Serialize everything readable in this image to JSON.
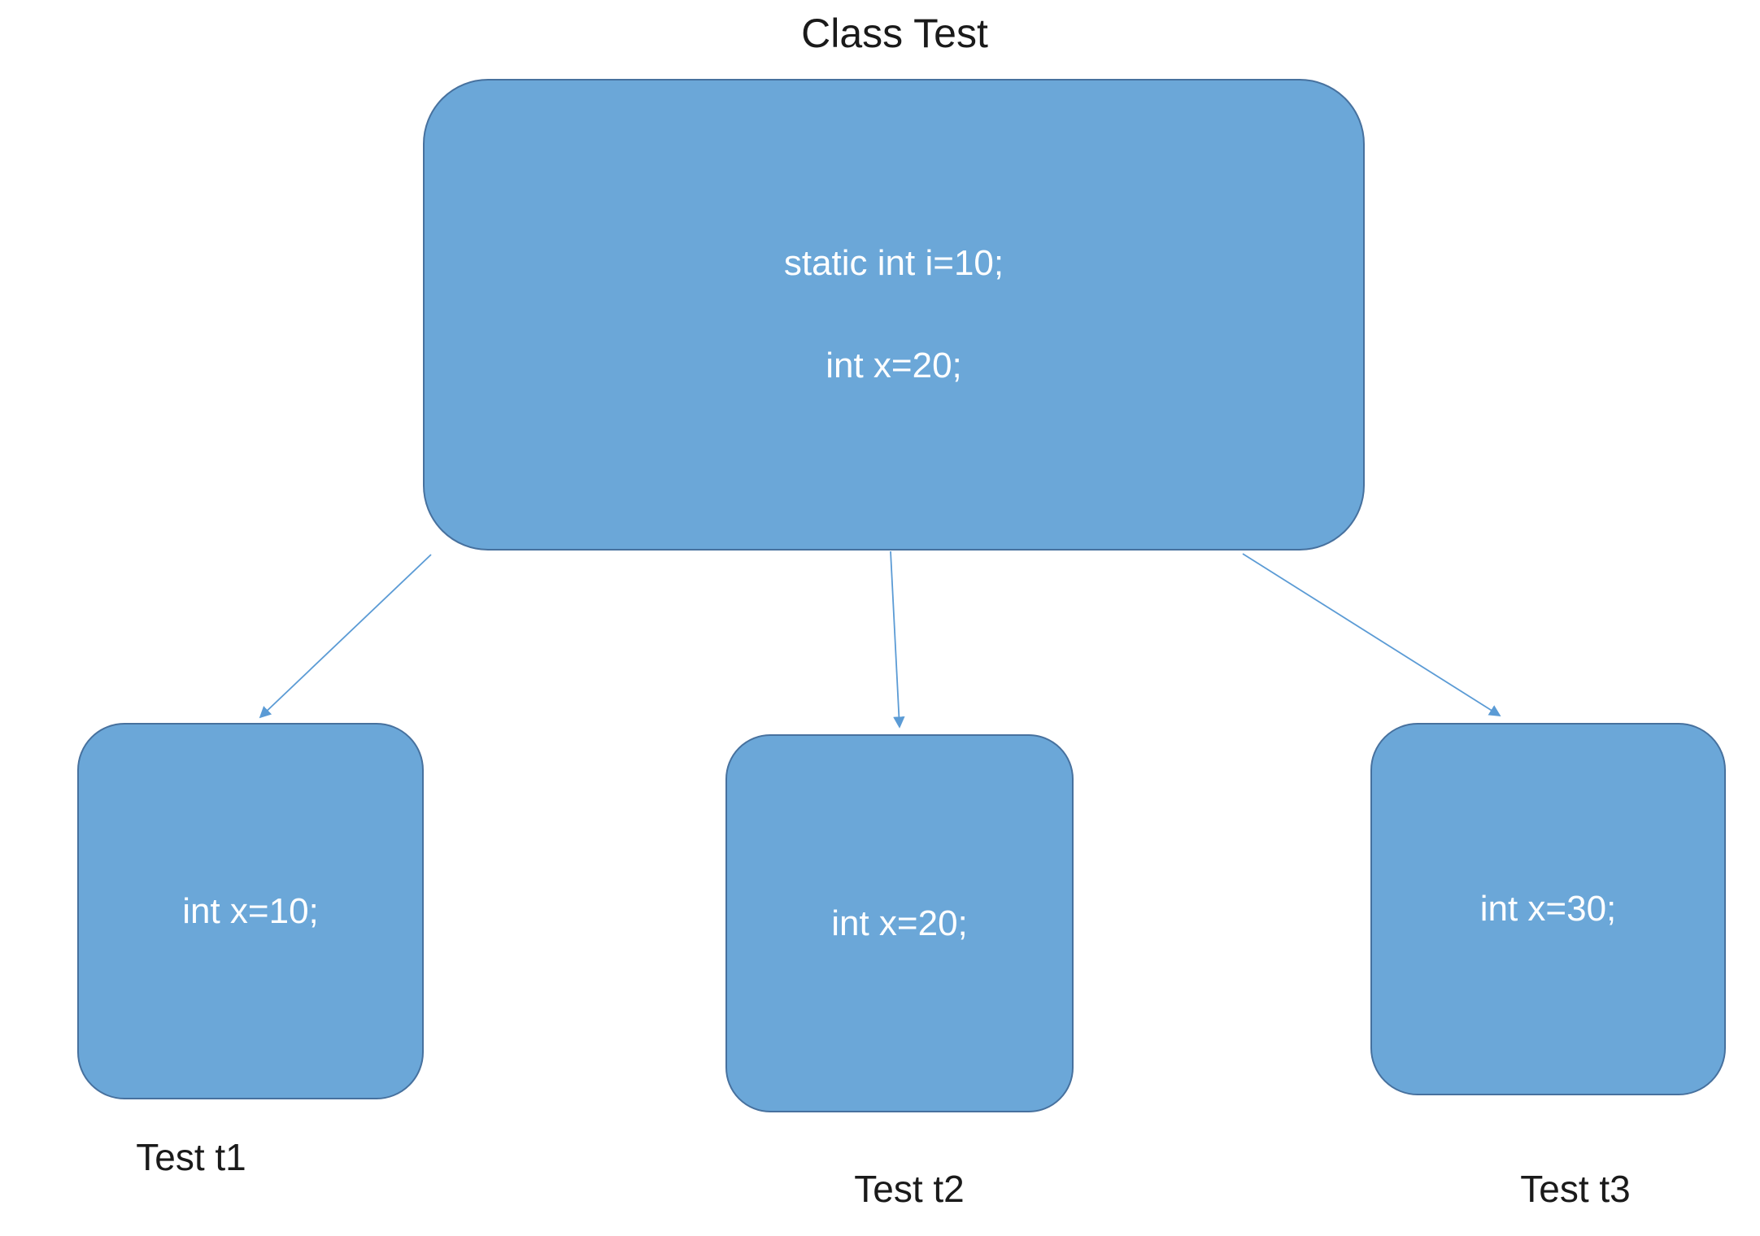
{
  "title": "Class Test",
  "class_box": {
    "name": "Class Test",
    "lines": [
      "static int i=10;",
      "int x=20;"
    ]
  },
  "instances": [
    {
      "code": "int x=10;",
      "label": "Test t1"
    },
    {
      "code": "int x=20;",
      "label": "Test t2"
    },
    {
      "code": "int x=30;",
      "label": "Test t3"
    }
  ],
  "edges": [
    {
      "from": "Class Test",
      "to": "Test t1"
    },
    {
      "from": "Class Test",
      "to": "Test t2"
    },
    {
      "from": "Class Test",
      "to": "Test t3"
    }
  ],
  "colors": {
    "node_fill": "#6BA7D8",
    "node_border": "#47719E",
    "arrow": "#5B9BD5",
    "node_text": "#FFFFFF",
    "label_text": "#1A1A1A",
    "background": "#FFFFFF"
  }
}
